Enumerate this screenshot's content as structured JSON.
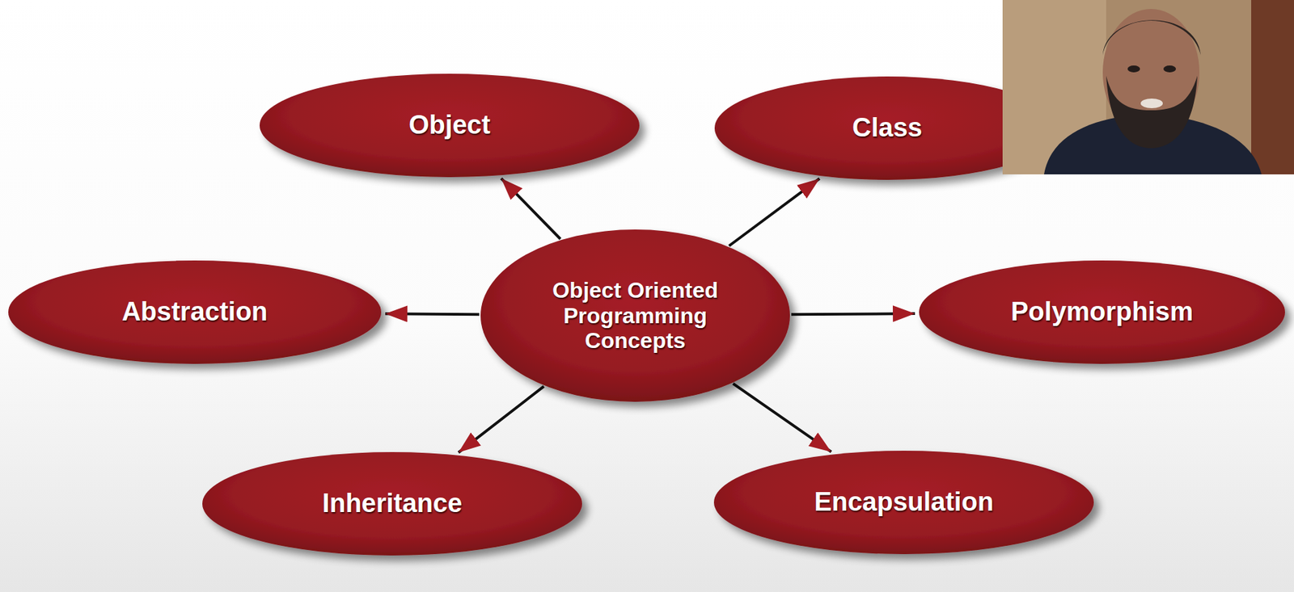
{
  "diagram": {
    "nodes": [
      {
        "text": [
          "Object"
        ]
      },
      {
        "text": [
          "Class"
        ]
      },
      {
        "text": [
          "Abstraction"
        ]
      },
      {
        "text": [
          "Object Oriented Programming Concepts"
        ]
      },
      {
        "text": [
          "Polymorphism"
        ]
      },
      {
        "text": [
          "Inheritance"
        ]
      },
      {
        "text": [
          "Encapsulation"
        ]
      }
    ],
    "edges": [
      {
        "from": 3,
        "to": 0,
        "arrow": "to"
      },
      {
        "from": 3,
        "to": 1,
        "arrow": "to"
      },
      {
        "from": 3,
        "to": 2,
        "arrow": "to"
      },
      {
        "from": 3,
        "to": 4,
        "arrow": "to"
      },
      {
        "from": 3,
        "to": 5,
        "arrow": "to"
      },
      {
        "from": 3,
        "to": 6,
        "arrow": "to"
      }
    ]
  }
}
